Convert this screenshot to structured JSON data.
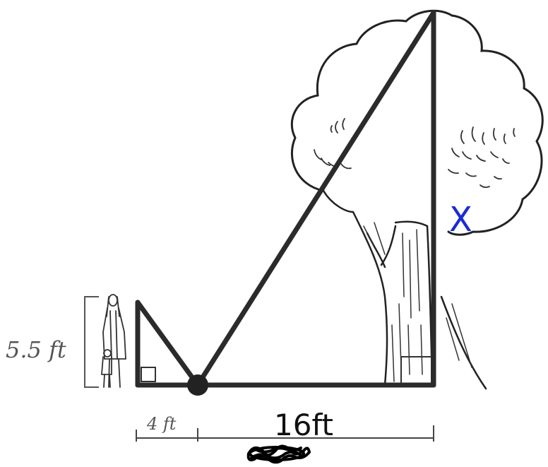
{
  "labels": {
    "person_height": "5.5 ft",
    "person_to_mirror": "4 ft",
    "mirror_to_tree": "16ft",
    "unknown_height": "X"
  },
  "colors": {
    "ink": "#222222",
    "unknown_marker": "#1a2bd6",
    "scribble": "#000000"
  },
  "icons": {
    "person": "person-figure-icon",
    "tree": "tree-icon",
    "mirror_point": "mirror-point-icon"
  }
}
